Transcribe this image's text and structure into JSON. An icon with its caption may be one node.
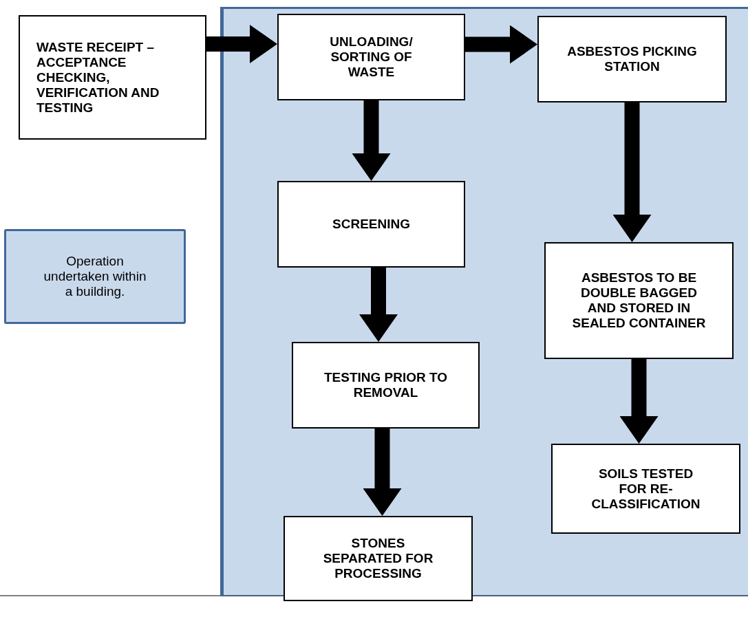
{
  "diagram": {
    "nodes": [
      {
        "text": [
          "WASTE RECEIPT – ACCEPTANCE CHECKING, VERIFICATION AND TESTING"
        ]
      },
      {
        "text": [],
        "shape": "box"
      },
      {
        "text": [
          "UNLOADING/ SORTING OF WASTE"
        ],
        "in": 1
      },
      {
        "text": [
          "ASBESTOS PICKING STATION"
        ],
        "in": 1
      },
      {
        "text": [
          "SCREENING"
        ],
        "in": 1
      },
      {
        "text": [
          "ASBESTOS TO BE DOUBLE BAGGED AND STORED IN SEALED CONTAINER"
        ],
        "in": 1
      },
      {
        "text": [
          "TESTING PRIOR TO REMOVAL"
        ],
        "in": 1
      },
      {
        "text": [
          "SOILS TESTED FOR RE-CLASSIFICATION"
        ],
        "in": 1
      },
      {
        "text": [
          "STONES SEPARATED FOR PROCESSING"
        ],
        "in": 1
      }
    ],
    "edges": [
      {
        "from": 0,
        "to": 2,
        "arrow": "to"
      },
      {
        "from": 2,
        "to": 3,
        "arrow": "to"
      },
      {
        "from": 2,
        "to": 4,
        "arrow": "to"
      },
      {
        "from": 3,
        "to": 5,
        "arrow": "to"
      },
      {
        "from": 4,
        "to": 6,
        "arrow": "to"
      },
      {
        "from": 5,
        "to": 7,
        "arrow": "to"
      },
      {
        "from": 6,
        "to": 8,
        "arrow": "to"
      }
    ],
    "legend": [
      {
        "text": "Operation undertaken within a building.",
        "color": "#c9d9ec"
      }
    ]
  }
}
